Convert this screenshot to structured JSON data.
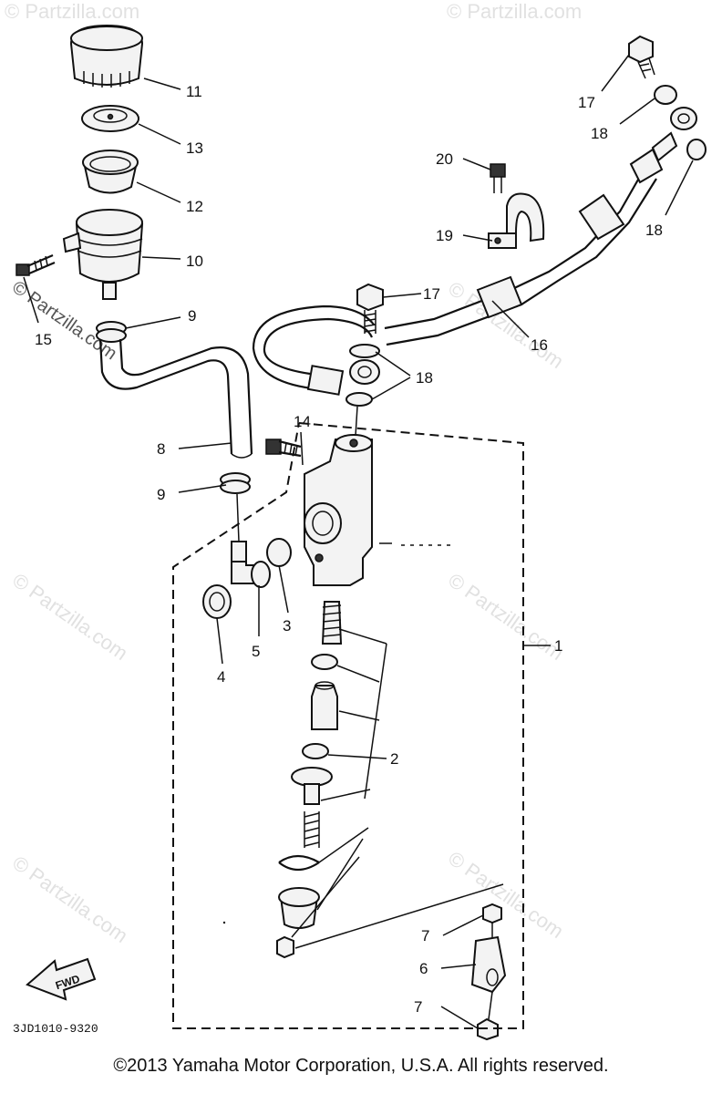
{
  "diagram": {
    "code": "3JD1010-9320",
    "fwd_label": "FWD",
    "watermark": "© Partzilla.com",
    "callouts": [
      {
        "id": "11",
        "label": "11"
      },
      {
        "id": "13",
        "label": "13"
      },
      {
        "id": "12",
        "label": "12"
      },
      {
        "id": "10",
        "label": "10"
      },
      {
        "id": "9a",
        "label": "9"
      },
      {
        "id": "15",
        "label": "15"
      },
      {
        "id": "8",
        "label": "8"
      },
      {
        "id": "9b",
        "label": "9"
      },
      {
        "id": "14",
        "label": "14"
      },
      {
        "id": "3",
        "label": "3"
      },
      {
        "id": "5",
        "label": "5"
      },
      {
        "id": "4",
        "label": "4"
      },
      {
        "id": "1",
        "label": "1"
      },
      {
        "id": "2",
        "label": "2"
      },
      {
        "id": "7a",
        "label": "7"
      },
      {
        "id": "6",
        "label": "6"
      },
      {
        "id": "7b",
        "label": "7"
      },
      {
        "id": "17a",
        "label": "17"
      },
      {
        "id": "18a",
        "label": "18"
      },
      {
        "id": "20",
        "label": "20"
      },
      {
        "id": "19",
        "label": "19"
      },
      {
        "id": "18b",
        "label": "18"
      },
      {
        "id": "17b",
        "label": "17"
      },
      {
        "id": "16",
        "label": "16"
      },
      {
        "id": "18c",
        "label": "18"
      }
    ]
  },
  "footer": {
    "copyright": "©2013  Yamaha Motor Corporation, U.S.A. All rights reserved."
  }
}
